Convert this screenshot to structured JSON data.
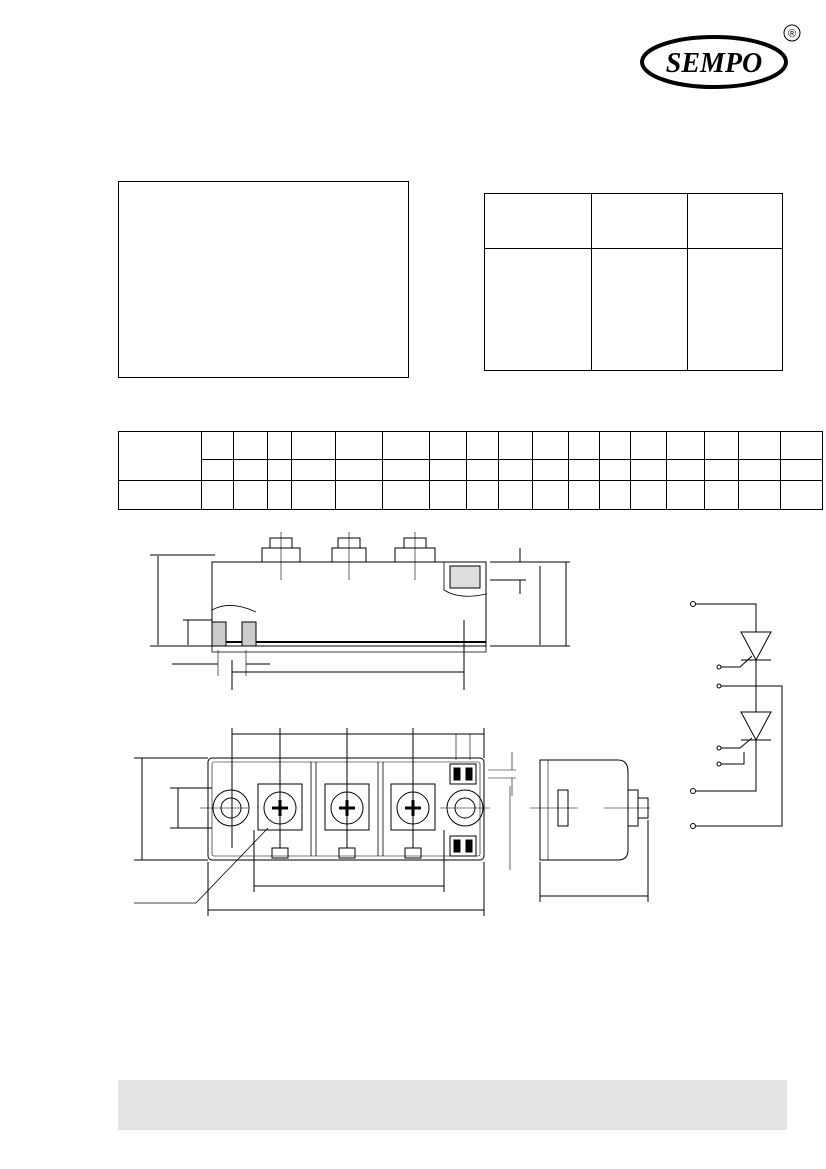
{
  "brand": {
    "logo_text": "SEMPO",
    "registered_mark": "®",
    "accent_color": "#000000"
  },
  "footer": {
    "background_color": "#e3e3e3"
  },
  "tables": {
    "ratings": {
      "columns": 3,
      "rows": 2
    },
    "parameters": {
      "columns": 18,
      "rows": 3
    }
  }
}
